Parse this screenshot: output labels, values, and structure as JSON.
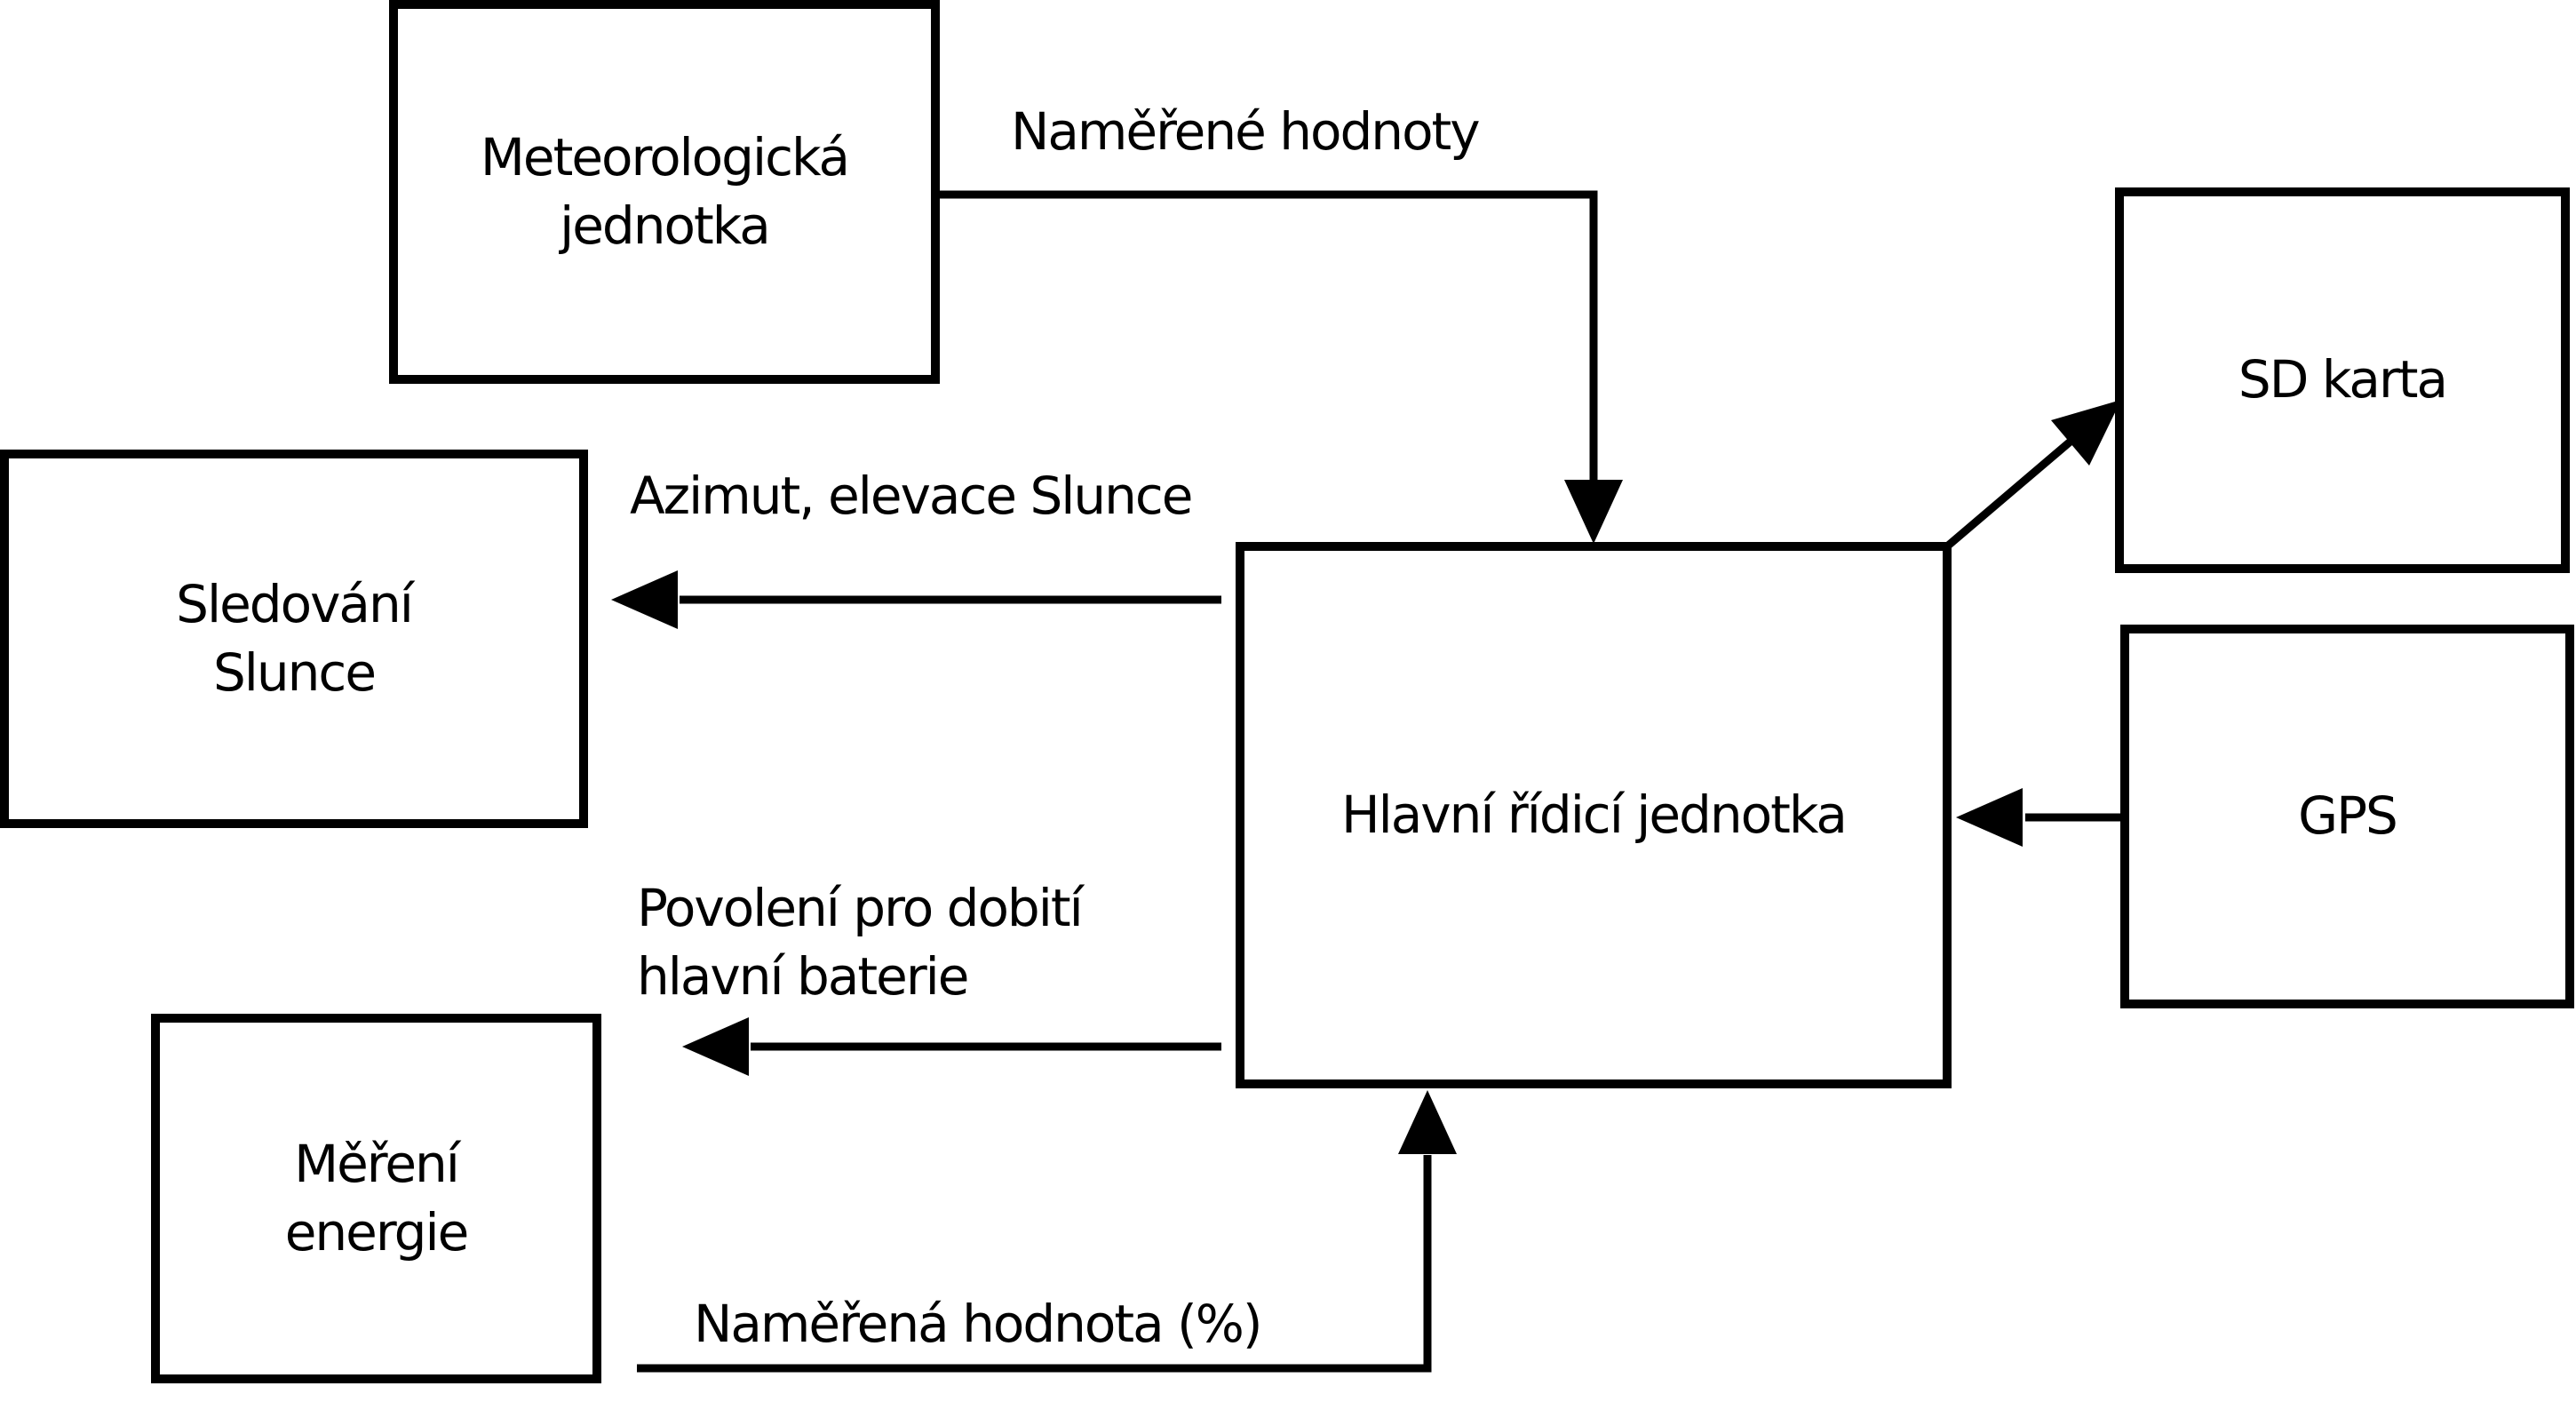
{
  "diagram": {
    "background_color": "#ffffff",
    "line_color": "#000000",
    "boxes": {
      "meteo": {
        "label": "Meteorologická\njednotka"
      },
      "sledovani": {
        "label": "Sledování\nSlunce"
      },
      "mereni": {
        "label": "Měření\nenergie"
      },
      "hlavni": {
        "label": "Hlavní řídicí jednotka"
      },
      "sd": {
        "label": "SD karta"
      },
      "gps": {
        "label": "GPS"
      }
    },
    "edges": {
      "namerene_hodnoty": {
        "label": "Naměřené hodnoty"
      },
      "azimut": {
        "label": "Azimut, elevace Slunce"
      },
      "povoleni": {
        "label": "Povolení pro dobití\nhlavní baterie"
      },
      "namerena_hodnota": {
        "label": "Naměřená hodnota (%)"
      }
    }
  }
}
